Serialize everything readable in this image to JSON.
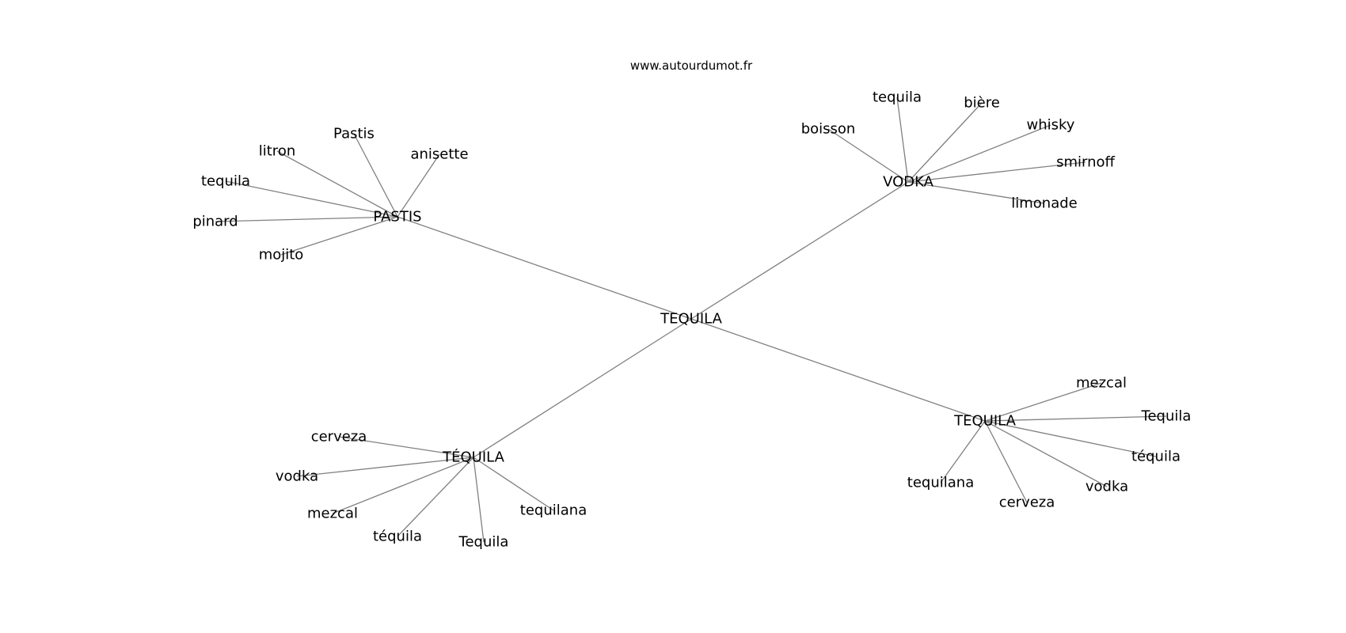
{
  "title": "www.autourdumot.fr",
  "graph": {
    "root": "TEQUILA",
    "clusters": [
      {
        "hub": "PASTIS",
        "leaves": [
          "Pastis",
          "litron",
          "tequila",
          "pinard",
          "mojito",
          "anisette"
        ]
      },
      {
        "hub": "VODKA",
        "leaves": [
          "boisson",
          "tequila",
          "bière",
          "whisky",
          "smirnoff",
          "limonade"
        ]
      },
      {
        "hub": "TEQUILA",
        "leaves": [
          "mezcal",
          "Tequila",
          "téquila",
          "vodka",
          "cerveza",
          "tequilana"
        ]
      },
      {
        "hub": "TÉQUILA",
        "leaves": [
          "cerveza",
          "vodka",
          "mezcal",
          "téquila",
          "Tequila",
          "tequilana"
        ]
      }
    ]
  },
  "colors": {
    "edge": "#808080",
    "text": "#000000",
    "background": "#ffffff"
  }
}
